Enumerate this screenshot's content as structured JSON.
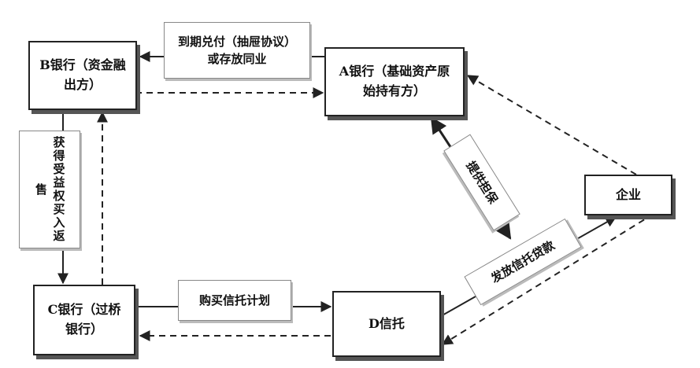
{
  "nodes": {
    "bank_b": "B银行（资金融出方）",
    "bank_a": "A银行（基础资产原始持有方）",
    "bank_c": "C银行（过桥银行）",
    "trust_d": "D信托",
    "enterprise": "企业"
  },
  "labels": {
    "repurchase": "到期兑付（抽屉协议）或存放同业",
    "beneficiary": "获得受益权买入返售",
    "guarantee": "提供担保",
    "buy_trust": "购买信托计划",
    "trust_loan": "发放信托贷款"
  }
}
